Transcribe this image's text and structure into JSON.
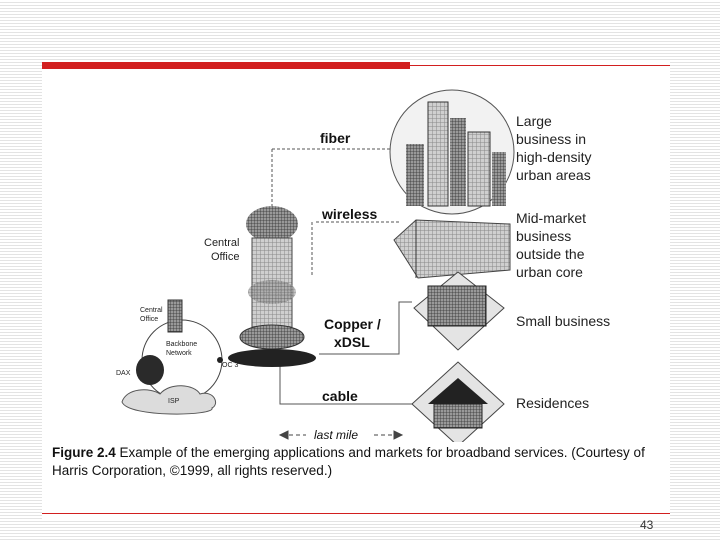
{
  "figure": {
    "tech_labels": {
      "fiber": "fiber",
      "wireless": "wireless",
      "copper": "Copper /",
      "xdsl": "xDSL",
      "cable": "cable"
    },
    "markets": {
      "large": [
        "Large",
        "business in",
        "high-density",
        "urban areas"
      ],
      "mid": [
        "Mid-market",
        "business",
        "outside the",
        "urban core"
      ],
      "small": "Small business",
      "residences": "Residences"
    },
    "central_office": [
      "Central",
      "Office"
    ],
    "left_network": {
      "central_office": [
        "Central",
        "Office"
      ],
      "backbone": [
        "Backbone",
        "Network"
      ],
      "dax": "DAX",
      "occ": "OC 3",
      "isp": "ISP"
    },
    "last_mile": "last mile"
  },
  "caption": {
    "label": "Figure 2.4",
    "text": "Example of the emerging applications and markets for broadband services. (Courtesy of Harris Corporation, ©1999, all rights reserved.)"
  },
  "page_number": "43",
  "colors": {
    "accent_red": "#d21f1f"
  }
}
